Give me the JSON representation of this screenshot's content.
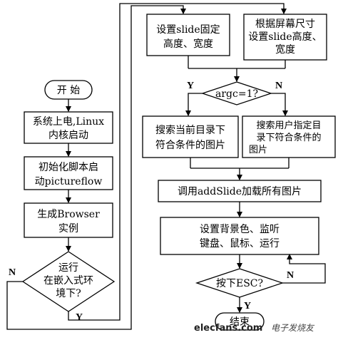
{
  "flowchart": {
    "start": "开 始",
    "left": {
      "power_on": [
        "系统上电,Linux",
        "内核启动"
      ],
      "init_script": [
        "初始化脚本启",
        "动pictureflow"
      ],
      "gen_browser": [
        "生成Browser",
        "实例"
      ],
      "run_decision": [
        "运行",
        "在嵌入式环",
        "境下?"
      ],
      "label_n": "N",
      "label_y": "Y"
    },
    "right": {
      "set_fixed": [
        "设置slide固定",
        "高度、宽度"
      ],
      "set_by_screen": [
        "根据屏幕尺寸",
        "设置slide高度、",
        "宽度"
      ],
      "argc_decision": "argc=1?",
      "label_y": "Y",
      "label_n": "N",
      "search_current": [
        "搜索当前目录下",
        "符合条件的图片"
      ],
      "search_user": [
        "搜索用户指定目",
        "录下符合条件的",
        "图片"
      ],
      "load_all": "调用addSlide加载所有图片",
      "set_bg": [
        "设置背景色、监听",
        "键盘、鼠标、运行"
      ],
      "esc_decision": "按下ESC?",
      "label_n_esc": "N",
      "label_y_esc": "Y",
      "end": "结束"
    }
  },
  "watermark": {
    "site": "elecfans.com",
    "cn": "电子发烧友"
  }
}
